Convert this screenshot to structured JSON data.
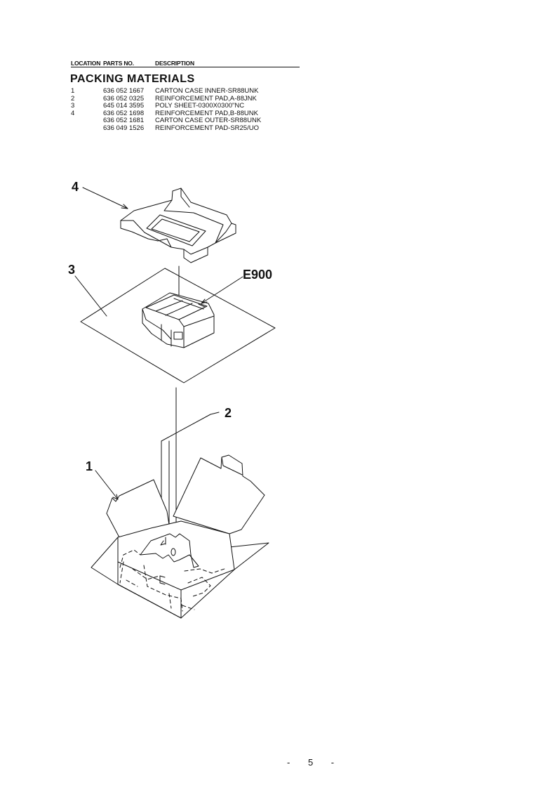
{
  "header": {
    "location": "LOCATION",
    "parts_no": "PARTS NO.",
    "description": "DESCRIPTION"
  },
  "section_title": "PACKING MATERIALS",
  "parts": [
    {
      "location": "1",
      "part_no": "636 052 1667",
      "description": "CARTON CASE INNER-SR88UNK"
    },
    {
      "location": "2",
      "part_no": "636 052 0325",
      "description": "REINFORCEMENT PAD,A-88JNK"
    },
    {
      "location": "3",
      "part_no": "645 014 3595",
      "description": "POLY SHEET-0300X0300\"NC"
    },
    {
      "location": "4",
      "part_no": "636 052 1698",
      "description": "REINFORCEMENT PAD,B-88UNK"
    },
    {
      "location": "",
      "part_no": "636 052 1681",
      "description": "CARTON CASE OUTER-SR88UNK"
    },
    {
      "location": "",
      "part_no": "636 049 1526",
      "description": "REINFORCEMENT PAD-SR25/UO"
    }
  ],
  "callouts": {
    "c1": "1",
    "c2": "2",
    "c3": "3",
    "c4": "4",
    "unit": "E900"
  },
  "page_number": "- 5 -"
}
